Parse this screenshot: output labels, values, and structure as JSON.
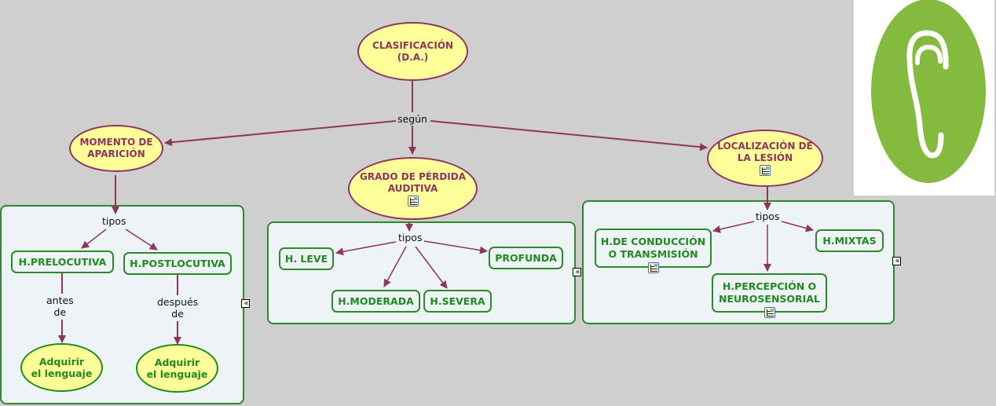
{
  "colors": {
    "background": "#cfcfcf",
    "link": "#8e3460",
    "concept_fill": "#ffff99",
    "concept_border": "#8e3460",
    "group_border": "#2c8a2c",
    "group_fill": "#eef4f6",
    "leaf_text": "#1f8a1f",
    "logo_green": "#84bb3f"
  },
  "map": {
    "root": {
      "label_line1": "CLASIFICACIÓN",
      "label_line2": "(D.A.)"
    },
    "root_link": "según",
    "branches": [
      {
        "id": "momento",
        "label_line1": "MOMENTO DE",
        "label_line2": "APARICIÓN",
        "link": "tipos",
        "children": [
          {
            "label": "H.PRELOCUTIVA",
            "link_line1": "antes",
            "link_line2": "de",
            "target_line1": "Adquirir",
            "target_line2": "el lenguaje"
          },
          {
            "label": "H.POSTLOCUTIVA",
            "link_line1": "después",
            "link_line2": "de",
            "target_line1": "Adquirir",
            "target_line2": "el lenguaje"
          }
        ]
      },
      {
        "id": "grado",
        "label_line1": "GRADO DE PÉRDIDA",
        "label_line2": "AUDITIVA",
        "has_resource_icon": true,
        "link": "tipos",
        "children": [
          {
            "label": "H. LEVE"
          },
          {
            "label": "H.MODERADA"
          },
          {
            "label": "H.SEVERA"
          },
          {
            "label": "PROFUNDA"
          }
        ]
      },
      {
        "id": "localizacion",
        "label_line1": "LOCALIZACIÓN DE",
        "label_line2": "LA LESIÓN",
        "has_resource_icon": true,
        "link": "tipos",
        "children": [
          {
            "label_line1": "H.DE CONDUCCIÓN",
            "label_line2": "O TRANSMISIÓN",
            "has_resource_icon": true
          },
          {
            "label_line1": "H.PERCEPCIÓN O",
            "label_line2": "NEUROSENSORIAL",
            "has_resource_icon": true
          },
          {
            "label": "H.MIXTAS"
          }
        ]
      }
    ],
    "collapse_glyph": "«"
  },
  "logo": {
    "icon": "ear-icon"
  }
}
